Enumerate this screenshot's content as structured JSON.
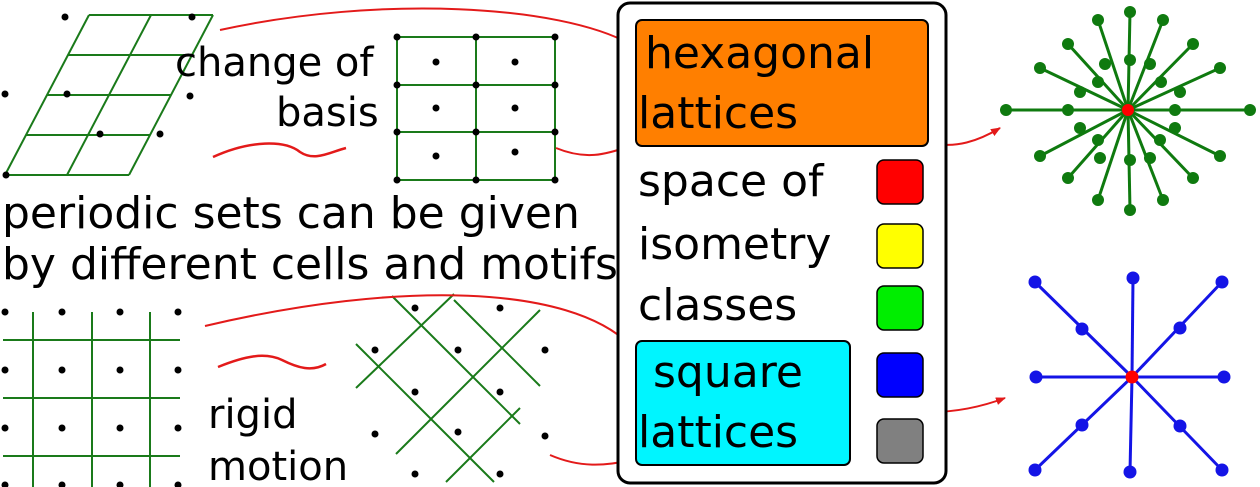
{
  "labels": {
    "change_basis_line1": "change of",
    "change_basis_line2": "basis",
    "caption_line1": "periodic sets can be given",
    "caption_line2": "by different cells and motifs",
    "rigid_line1": "rigid",
    "rigid_line2": "motion"
  },
  "panel": {
    "hexagonal_line1": "hexagonal",
    "hexagonal_line2": "lattices",
    "space_line1": "space of",
    "space_line2": "isometry",
    "space_line3": "classes",
    "square_line1": "square",
    "square_line2": "lattices"
  },
  "colors": {
    "hexagonal_box": "#ff7f00",
    "square_box": "#00f5ff",
    "lattice_green": "#1a7a1a",
    "invariant_green": "#0f7a0f",
    "invariant_blue": "#1414e6",
    "arrow_red": "#e31a1a",
    "swatches": [
      "#ff0000",
      "#ffff00",
      "#00ee00",
      "#0000ff",
      "#808080"
    ]
  }
}
